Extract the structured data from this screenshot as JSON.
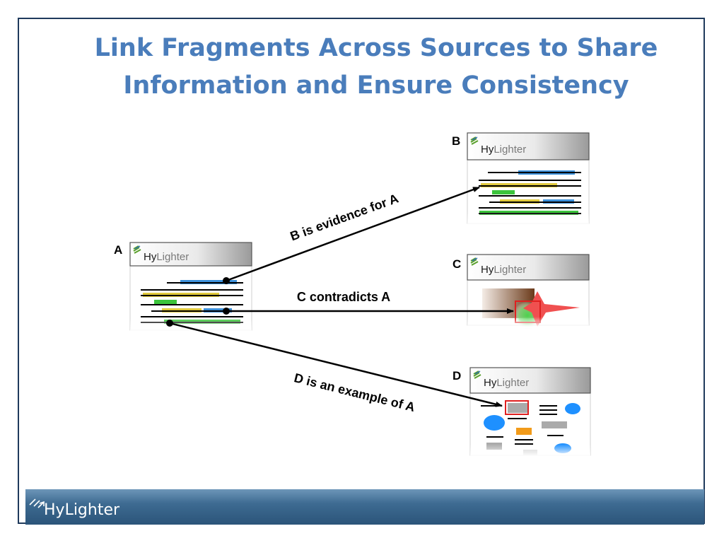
{
  "slide": {
    "title_line1": "Link Fragments Across Sources to Share",
    "title_line2": "Information and Ensure Consistency"
  },
  "documents": {
    "a": {
      "letter": "A",
      "logo_hy": "Hy",
      "logo_lighter": "Lighter"
    },
    "b": {
      "letter": "B",
      "logo_hy": "Hy",
      "logo_lighter": "Lighter"
    },
    "c": {
      "letter": "C",
      "logo_hy": "Hy",
      "logo_lighter": "Lighter"
    },
    "d": {
      "letter": "D",
      "logo_hy": "Hy",
      "logo_lighter": "Lighter"
    }
  },
  "relations": {
    "ab": "B is evidence for A",
    "ac": "C contradicts A",
    "ad": "D is an example of A"
  },
  "footer": {
    "logo_text": "HyLighter"
  },
  "colors": {
    "title": "#4a7dbb",
    "highlight_blue": "#3b8fd9",
    "highlight_yellow": "#e0c93c",
    "highlight_green": "#3cc43c",
    "footer_bar": "#3e6b92",
    "red_marker": "#e02020"
  }
}
